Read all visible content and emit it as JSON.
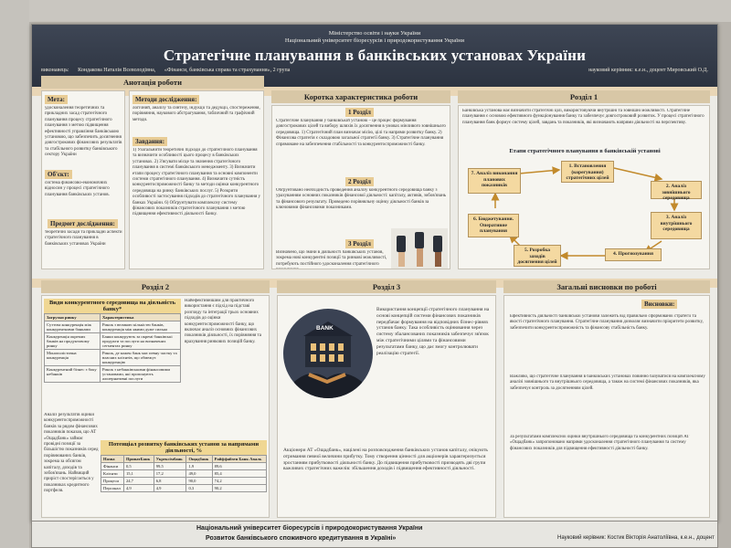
{
  "header": {
    "ministry": "Міністерство освіти і науки України",
    "university": "Національний університет біоресурсів і природокористування України",
    "title": "Стратегічне планування в банківських установах України",
    "authors_label": "виконавець:",
    "author": "Кондакова Наталія Всеволодівна,",
    "program": "«Фінанси, банківська справа та страхування», 2 група",
    "supervisor": "науковий керівник: к.е.н., доцент Мировський О.Д."
  },
  "col1": {
    "heading": "Анотація роботи",
    "meta_label": "Мета:",
    "meta_text": "удосконалення теоретичних та прикладних засад стратегічного планування процесу стратегічного планування з метою підвищення ефективності управління банківською установою, що забезпечить досягнення довгострокових фінансових результатів та стабільного розвитку банківського сектору України",
    "object_label": "Об'єкт:",
    "object_text": "система фінансово-економічних відносин у процесі стратегічного планування банківських установ.",
    "subject_label": "Предмет дослідження:",
    "subject_text": "теоретичні засади та прикладні аспекти стратегічного планування в банківських установах України"
  },
  "col2": {
    "methods_label": "Методи дослідження:",
    "methods_text": "логічний, аналізу та синтезу, індукції та дедукції, спостереження, порівняння, наукового абстрагування, табличний та графічний методи.",
    "tasks_label": "Завдання:",
    "tasks_text": "1) Узагальнити теоретичні підходи до стратегічного планування та визначити особливості цього процесу в банківських установах. 2) З'ясувати місце та значення стратегічного планування в системі банківського менеджменту. 3) Визначити етапи процесу стратегічного планування та основні компоненти системи стратегічного планування. 4) Визначити сутність конкурентоспроможності банку та методи оцінки конкурентного середовища на ринку банківських послуг. 5) Розкрити особливості застосування підходів до стратегічного планування у банках України. 6) Обґрунтувати комплексну систему фінансових показників стратегічного планування з метою підвищення ефективності діяльності банку."
  },
  "col3": {
    "heading": "Коротка характеристика роботи",
    "r1_label": "1 Розділ",
    "r1_text": "Стратегічне планування у банківській установі – це процес формування довгострокових цілей та вибору шляхів їх досягнення в умовах мінливого зовнішнього середовища. 1) Стратегічний план визначає місію, цілі та напрями розвитку банку. 2) Фінансова стратегія є складовою загальної стратегії банку. 3) Стратегічне планування спрямоване на забезпечення стабільності та конкурентоспроможності банку.",
    "r2_label": "2 Розділ",
    "r2_text": "Обґрунтовано необхідність проведення аналізу конкурентного середовища банку з урахуванням основних показників фінансової діяльності: капіталу, активів, зобов'язань та фінансового результату. Проведено порівняльну оцінку діяльності банків за ключовими фінансовими показниками.",
    "r3_label": "3 Розділ",
    "r3_text": "Визначено, що зміни в діяльності банківських установ, зокрема нові конкурентні позиції та ринкові можливості, потребують постійного удосконалення стратегічного планування."
  },
  "col4": {
    "heading": "Розділ 1",
    "text": "Банківська установа має визначити стратегічні цілі, використовуючи внутрішні та зовнішні можливості. Стратегічне планування є основою ефективного функціонування банку та забезпечує довгостроковий розвиток. У процесі стратегічного планування банк формує систему цілей, завдань та показників, які визначають напрями діяльності на перспективу.",
    "steps_title": "Етапи стратегічного планування в банківській установі",
    "steps": [
      "1. Встановлення (корегування) стратегічних цілей",
      "2. Аналіз зовнішнього середовища",
      "3. Аналіз внутрішнього середовища",
      "4. Прогнозування",
      "5. Розробка заходів досягнення цілей",
      "6. Бюджетування. Оперативне планування",
      "7. Аналіз виконання планових показників"
    ]
  },
  "row2": {
    "r2_heading": "Розділ 2",
    "table1_title": "Види конкурентного середовища на діяльність банку*",
    "table1_headers": [
      "Загрузки ринку",
      "Характеристика"
    ],
    "table1_rows": [
      [
        "Суттєва конкуренція між конкурентними банками",
        "Ринок з великою кількістю банків, конкуренція між якими дуже сильна"
      ],
      [
        "Конкуренція окремих банків на продуктовому ринку",
        "Банки конкурують за окремі банківські продукти та послуги на визначених сегментах ринку"
      ],
      [
        "Монополістична конкуренція",
        "Ринок, де кожен банк має певну частку та власних клієнтів, що обмежує конкуренцію"
      ],
      [
        "Конкурентний бізнес з боку небанків",
        "Ринок з небанківськими фінансовими установами, які пропонують альтернативні послуги"
      ]
    ],
    "mid_text": "Найефективнішим для практичного використання є підхід на підставі розгляду та інтеграції трьох основних підходів до оцінки конкурентоспроможності банку, що включає аналіз основних фінансових показників діяльності, їх порівняння та врахування ринкових позицій банку.",
    "bottom_text": "Аналіз результатів оцінки конкурентоспроможності банків за рядом фінансових показників показав, що АТ «Ощадбанк» займає провідні позиції за більшістю показників серед порівнюваних банків, зокрема за обсягом капіталу, доходів та зобов'язань. Найвищий приріст спостерігається у показниках кредитного портфеля.",
    "table2_title": "Потенціал розвитку банківських установ за напрямами діяльності, %",
    "table2_headers": [
      "Назва",
      "ПриватБанк",
      "Укрексімбанк",
      "Ощадбанк",
      "Райффайзен Банк Аваль"
    ],
    "table2_rows": [
      [
        "Фінанси",
        "0,5",
        "99,5",
        "1,9",
        "89,6"
      ],
      [
        "Клієнти",
        "15,1",
        "17,2",
        "49,0",
        "85,4"
      ],
      [
        "Процеси",
        "24,7",
        "6,8",
        "90,0",
        "74,2"
      ],
      [
        "Персонал",
        "4,9",
        "4,9",
        "0,3",
        "90,2"
      ]
    ]
  },
  "row2b": {
    "r3_heading": "Розділ 3",
    "p1": "Використання концепції стратегічного планування на основі концепцій системи фінансових показників передбачає формування на відповідних бізнес-рівнях установ банку. Така особливість оцінювання через систему збалансованих показників забезпечує зв'язок між стратегічними цілями та фінансовими результатами банку, що дає змогу контролювати реалізацію стратегії.",
    "p2": "Акціонери АТ «Ощадбанк», націлені на розповсюдження банківських установ капіталу, очікують отримання певної величини прибутку. Тому створення цінності для акціонерів характеризується зростанням прибутковості діяльності банку. До підвищення прибутковості призводять дві групи важливих стратегічних важелів: збільшення доходів і підвищення ефективності діяльності.",
    "bank_sign": "BANK",
    "c_heading": "Загальні висновки по роботі",
    "c_label": "Висновки:",
    "c_items": [
      "Ефективність діяльності банківської установи залежить від правильно сформованої стратегії та якості стратегічного планування. Стратегічне планування дозволяє визначити пріоритети розвитку, забезпечити конкурентоспроможність та фінансову стабільність банку.",
      "Важливо, що стратегічне планування в банківських установах повинно базуватися на комплексному аналізі зовнішнього та внутрішнього середовища, а також на системі фінансових показників, яка забезпечує контроль за досягненням цілей.",
      "За результатами комплексної оцінки внутрішнього середовища та конкурентних позицій АТ «Ощадбанк» запропоновано напрями удосконалення стратегічного планування та систему фінансових показників для підвищення ефективності діяльності банку."
    ]
  },
  "footer": {
    "university": "Національний університет біоресурсів і природокористування України",
    "topic": "Розвиток банківського споживчого кредитування в Україні»",
    "supervisor": "Науковий керівник: Костик Вікторія Анатоліївна, к.е.н., доцент"
  }
}
